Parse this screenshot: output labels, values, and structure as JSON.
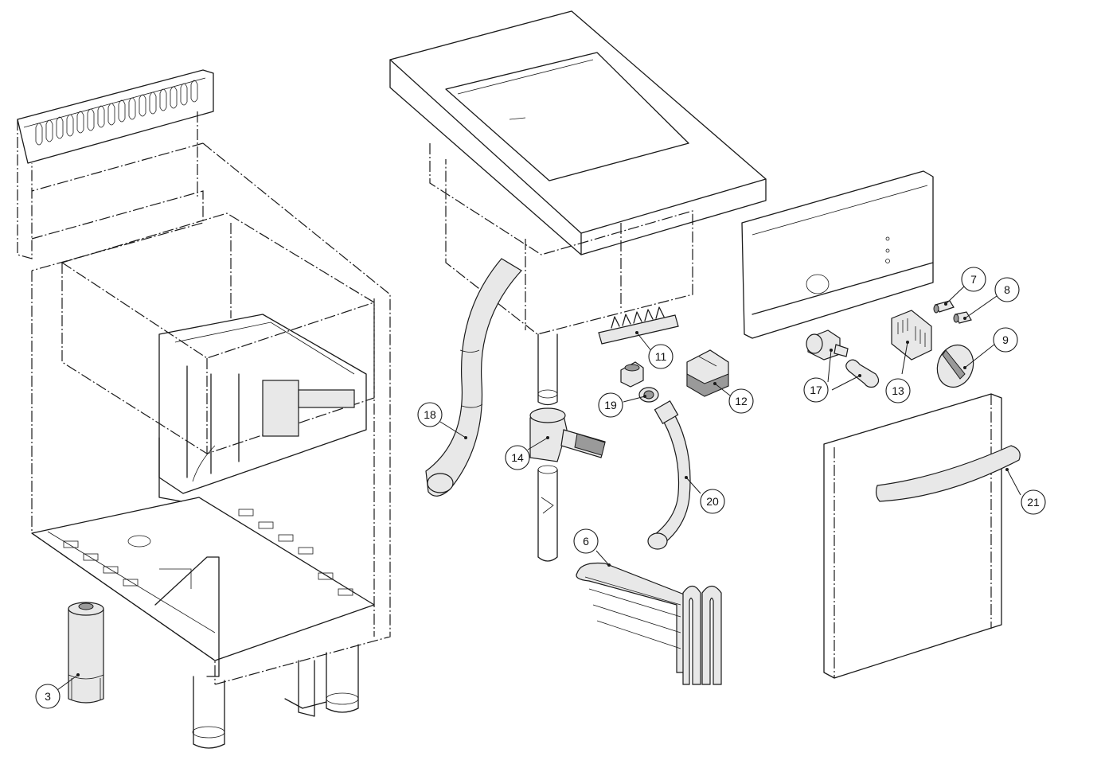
{
  "labels": {
    "part_3": "3",
    "part_6": "6",
    "part_7": "7",
    "part_8": "8",
    "part_9": "9",
    "part_11": "11",
    "part_12": "12",
    "part_13": "13",
    "part_14": "14",
    "part_17": "17",
    "part_18": "18",
    "part_19": "19",
    "part_20": "20",
    "part_21": "21"
  }
}
